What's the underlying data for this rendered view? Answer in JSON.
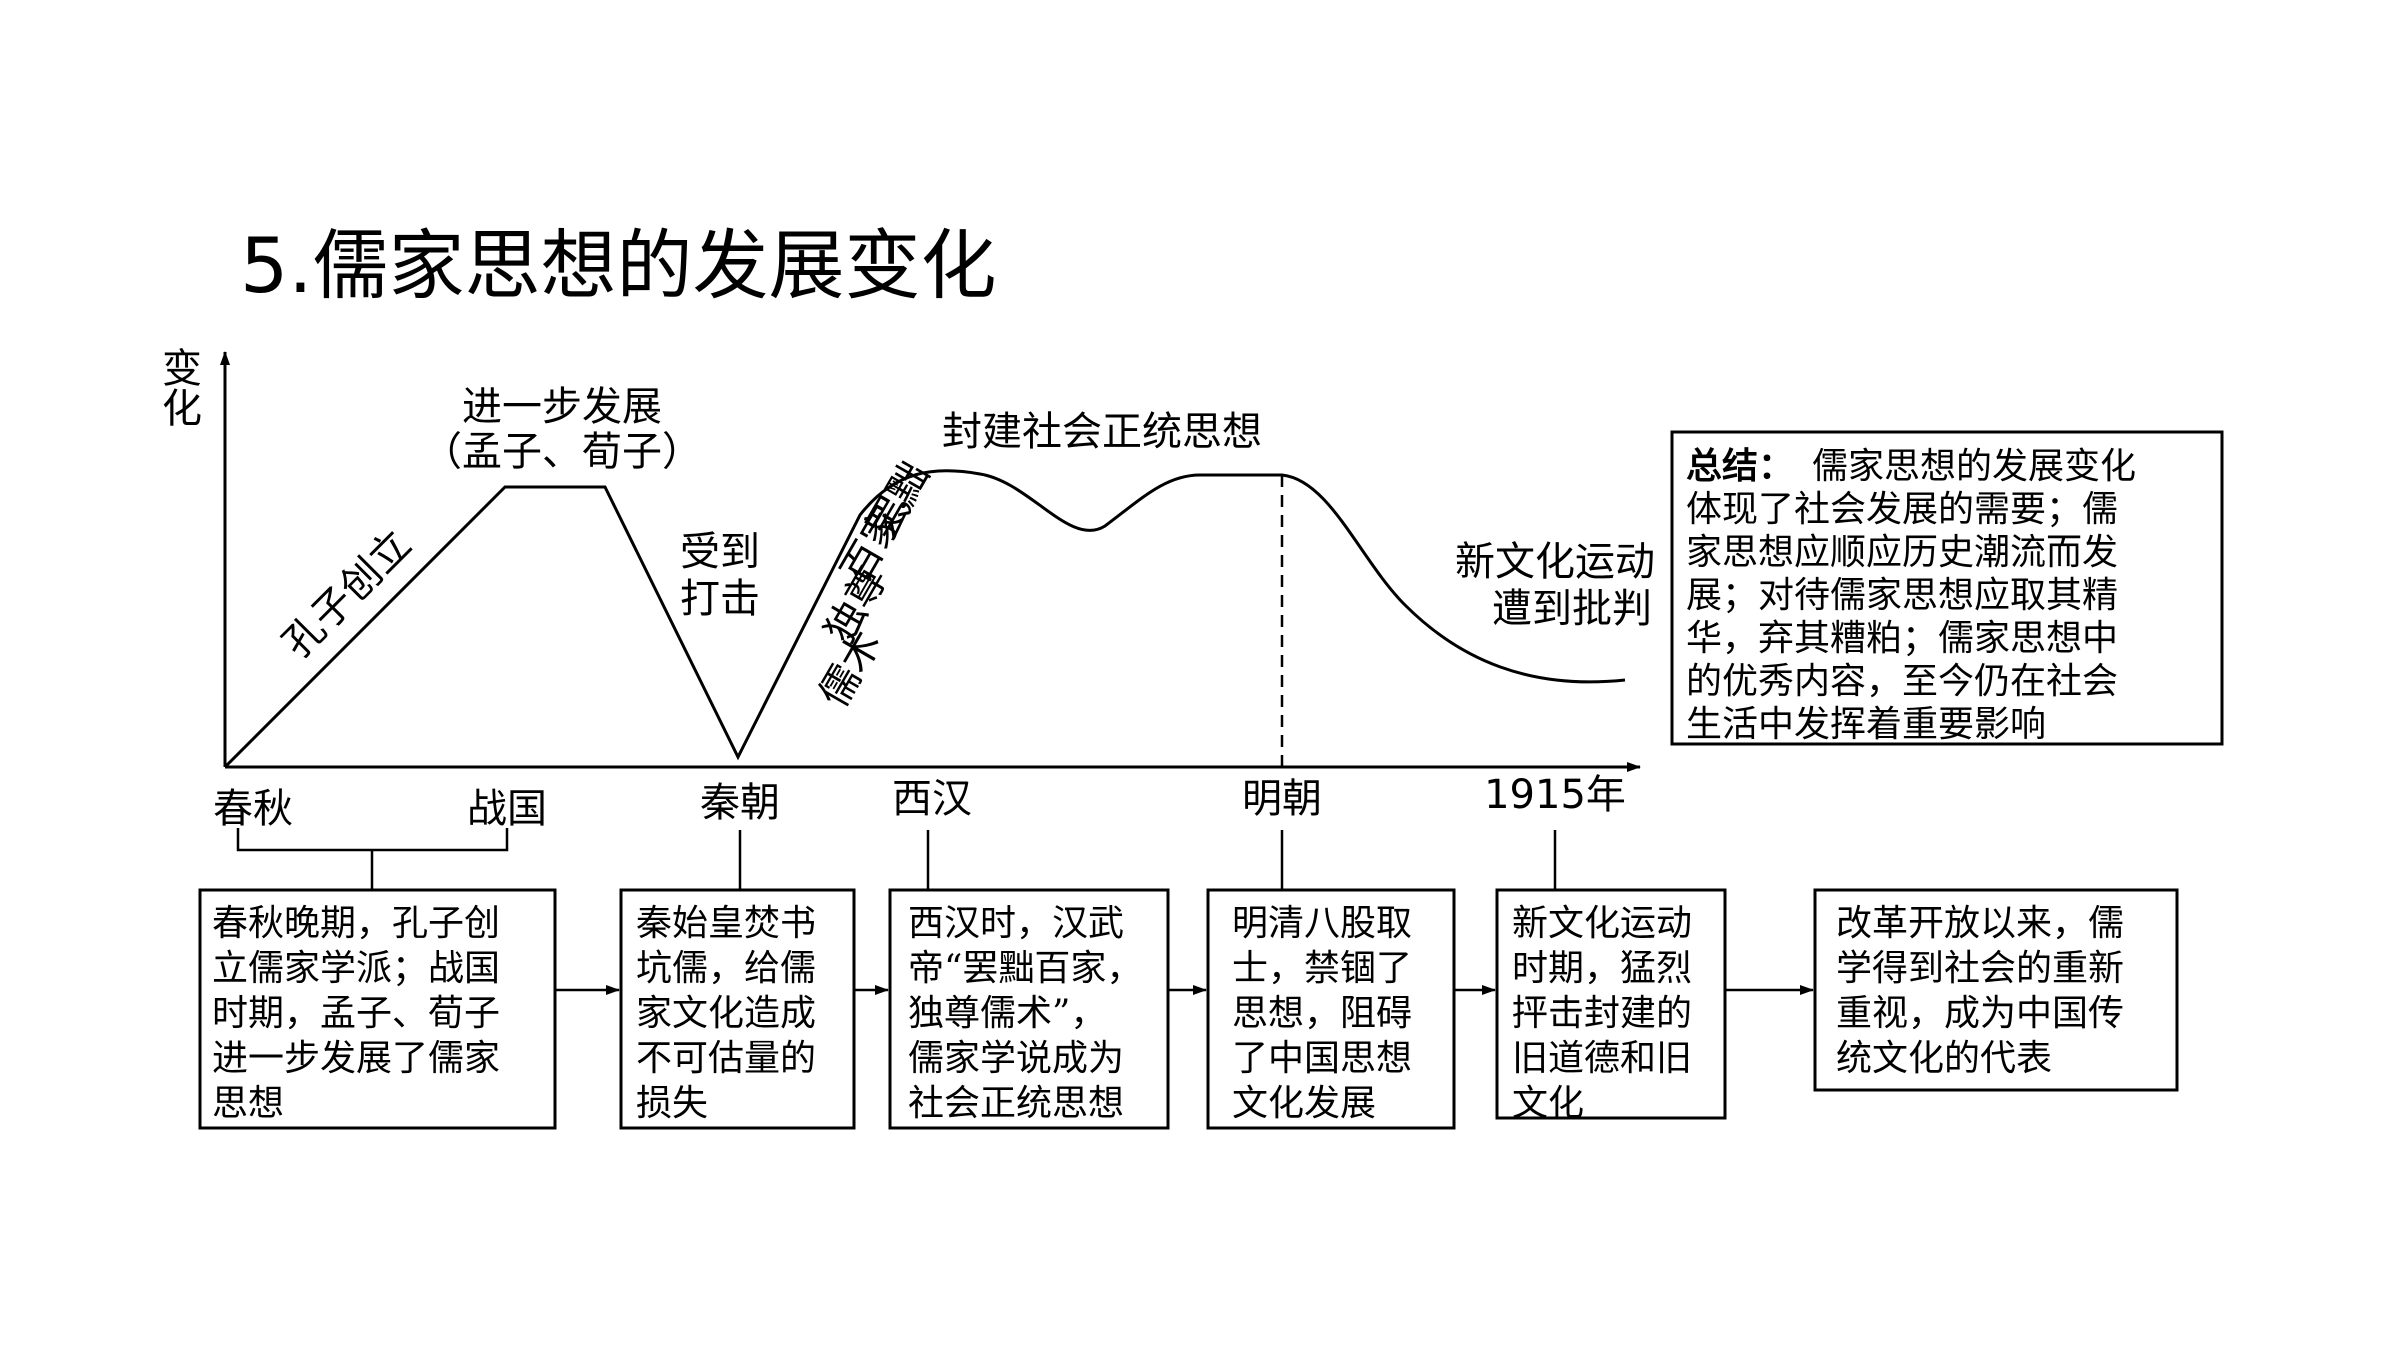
{
  "title": "5.儒家思想的发展变化",
  "axis": {
    "y_label": [
      "变",
      "化"
    ]
  },
  "curve_labels": {
    "kongzi": "孔子创立",
    "jinyibu": [
      "进一步发展",
      "（孟子、荀子）"
    ],
    "shoudao": [
      "受到",
      "打击"
    ],
    "bachu": [
      "罢黜",
      "百家，",
      "独尊",
      "儒术"
    ],
    "fengjian": "封建社会正统思想",
    "xinwenhua": [
      "新文化运动",
      "遭到批判"
    ]
  },
  "timeline": [
    "春秋",
    "战国",
    "秦朝",
    "西汉",
    "明朝",
    "1915年"
  ],
  "summary": {
    "label": "总结：",
    "lines": [
      "儒家思想的发展变化",
      "体现了社会发展的需要；儒",
      "家思想应顺应历史潮流而发",
      "展；对待儒家思想应取其精",
      "华，弃其糟粕；儒家思想中",
      "的优秀内容，至今仍在社会",
      "生活中发挥着重要影响"
    ]
  },
  "boxes": [
    {
      "lines": [
        "春秋晚期，孔子创",
        "立儒家学派；战国",
        "时期，孟子、荀子",
        "进一步发展了儒家",
        "思想"
      ]
    },
    {
      "lines": [
        "秦始皇焚书",
        "坑儒，给儒",
        "家文化造成",
        "不可估量的",
        "损失"
      ]
    },
    {
      "lines": [
        "西汉时，汉武",
        "帝“罢黜百家，",
        "独尊儒术”，",
        "儒家学说成为",
        "社会正统思想"
      ]
    },
    {
      "lines": [
        "明清八股取",
        "士，禁锢了",
        "思想，阻碍",
        "了中国思想",
        "文化发展"
      ]
    },
    {
      "lines": [
        "新文化运动",
        "时期，猛烈",
        "抨击封建的",
        "旧道德和旧",
        "文化"
      ]
    },
    {
      "lines": [
        "改革开放以来，儒",
        "学得到社会的重新",
        "重视，成为中国传",
        "统文化的代表"
      ]
    }
  ]
}
